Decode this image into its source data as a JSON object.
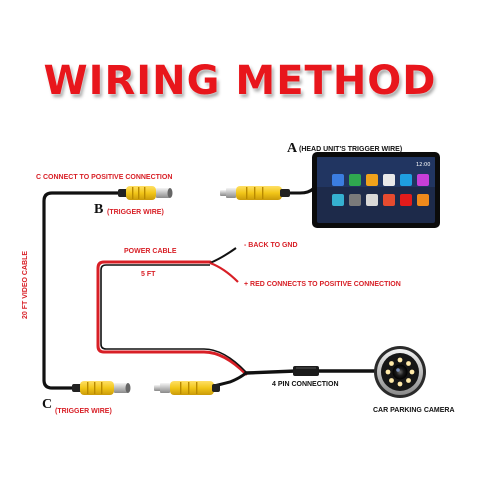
{
  "title": "WIRING METHOD",
  "labels": {
    "a_letter": "A",
    "a_text": "(HEAD UNIT'S TRIGGER WIRE)",
    "c_connect": "C CONNECT TO POSITIVE CONNECTION",
    "b_letter": "B",
    "b_text": "(TRIGGER WIRE)",
    "power_cable": "POWER CABLE",
    "back_to_gnd": "- BACK TO GND",
    "length_5ft": "5 FT",
    "red_positive": "+ RED CONNECTS TO POSITIVE CONNECTION",
    "video_cable": "20 FT VIDEO CABLE",
    "four_pin": "4 PIN CONNECTION",
    "camera": "CAR PARKING CAMERA",
    "c_letter": "C",
    "c_text": "(TRIGGER WIRE)"
  },
  "colors": {
    "title": "#e8161c",
    "label_red": "#d81f26",
    "wire_black": "#111111",
    "wire_red": "#d81f26",
    "rca_yellow": "#f2c618"
  }
}
